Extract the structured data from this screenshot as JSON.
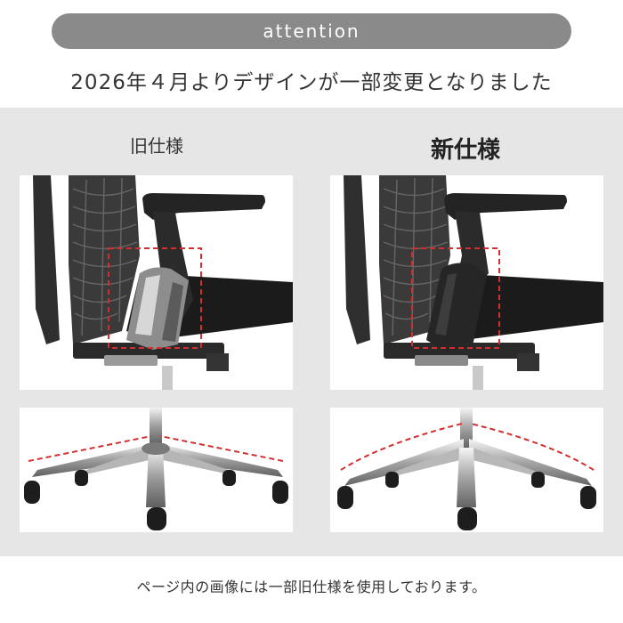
{
  "banner": {
    "label": "attention"
  },
  "headline": "2026年４月よりデザインが一部変更となりました",
  "columns": {
    "old": {
      "label": "旧仕様"
    },
    "new": {
      "label": "新仕様"
    }
  },
  "colors": {
    "banner_bg": "#8a8a8a",
    "panel_bg": "#e6e6e6",
    "highlight": "#d32f2f"
  },
  "footnote": "ページ内の画像には一部旧仕様を使用しております。"
}
